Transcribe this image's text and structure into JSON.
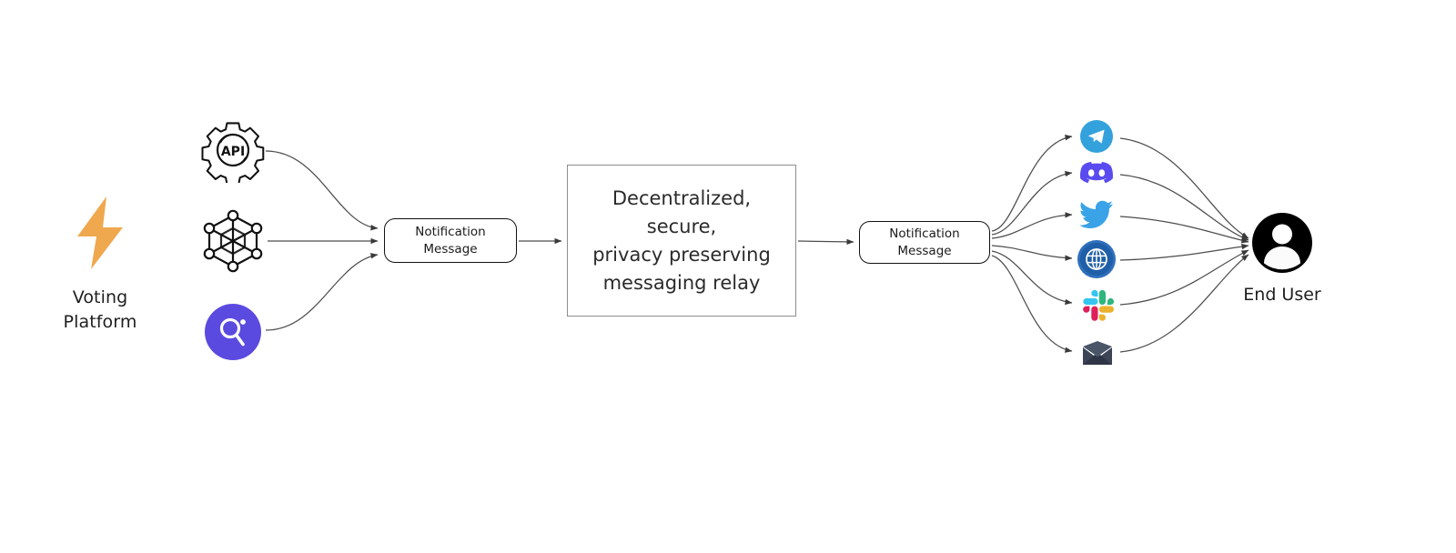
{
  "diagram": {
    "title": "Decentralized notification relay flow",
    "background": "#ffffff",
    "edge_color": "#4d4d4d"
  },
  "source": {
    "icon": "lightning-bolt-icon",
    "color": "#efa84d",
    "caption_line1": "Voting",
    "caption_line2": "Platform"
  },
  "source_channels": [
    {
      "id": "api",
      "icon": "api-gear-icon",
      "label": "API",
      "color": "#111111"
    },
    {
      "id": "blockchain",
      "icon": "blockchain-cube-icon",
      "label": "Blockchain",
      "color": "#111111"
    },
    {
      "id": "graph",
      "icon": "the-graph-icon",
      "label": "The Graph",
      "color": "#5b4ae0"
    }
  ],
  "notification_left": {
    "line1": "Notification",
    "line2": "Message"
  },
  "relay": {
    "line1": "Decentralized, secure,",
    "line2": "privacy preserving",
    "line3": "messaging relay",
    "border_color": "#8c8c8c"
  },
  "notification_right": {
    "line1": "Notification",
    "line2": "Message"
  },
  "delivery_channels": [
    {
      "id": "telegram",
      "icon": "telegram-icon",
      "label": "Telegram",
      "color": "#33a2dc"
    },
    {
      "id": "discord",
      "icon": "discord-icon",
      "label": "Discord",
      "color": "#5a4bf0"
    },
    {
      "id": "twitter",
      "icon": "twitter-icon",
      "label": "Twitter",
      "color": "#3aa3e8"
    },
    {
      "id": "browser",
      "icon": "globe-browser-icon",
      "label": "Browser",
      "color": "#1f5fa8"
    },
    {
      "id": "slack",
      "icon": "slack-icon",
      "label": "Slack",
      "color": "#e01e5a"
    },
    {
      "id": "email",
      "icon": "email-envelope-icon",
      "label": "Email",
      "color": "#3c4456"
    }
  ],
  "end_user": {
    "icon": "user-avatar-icon",
    "caption": "End User",
    "color": "#000000"
  }
}
